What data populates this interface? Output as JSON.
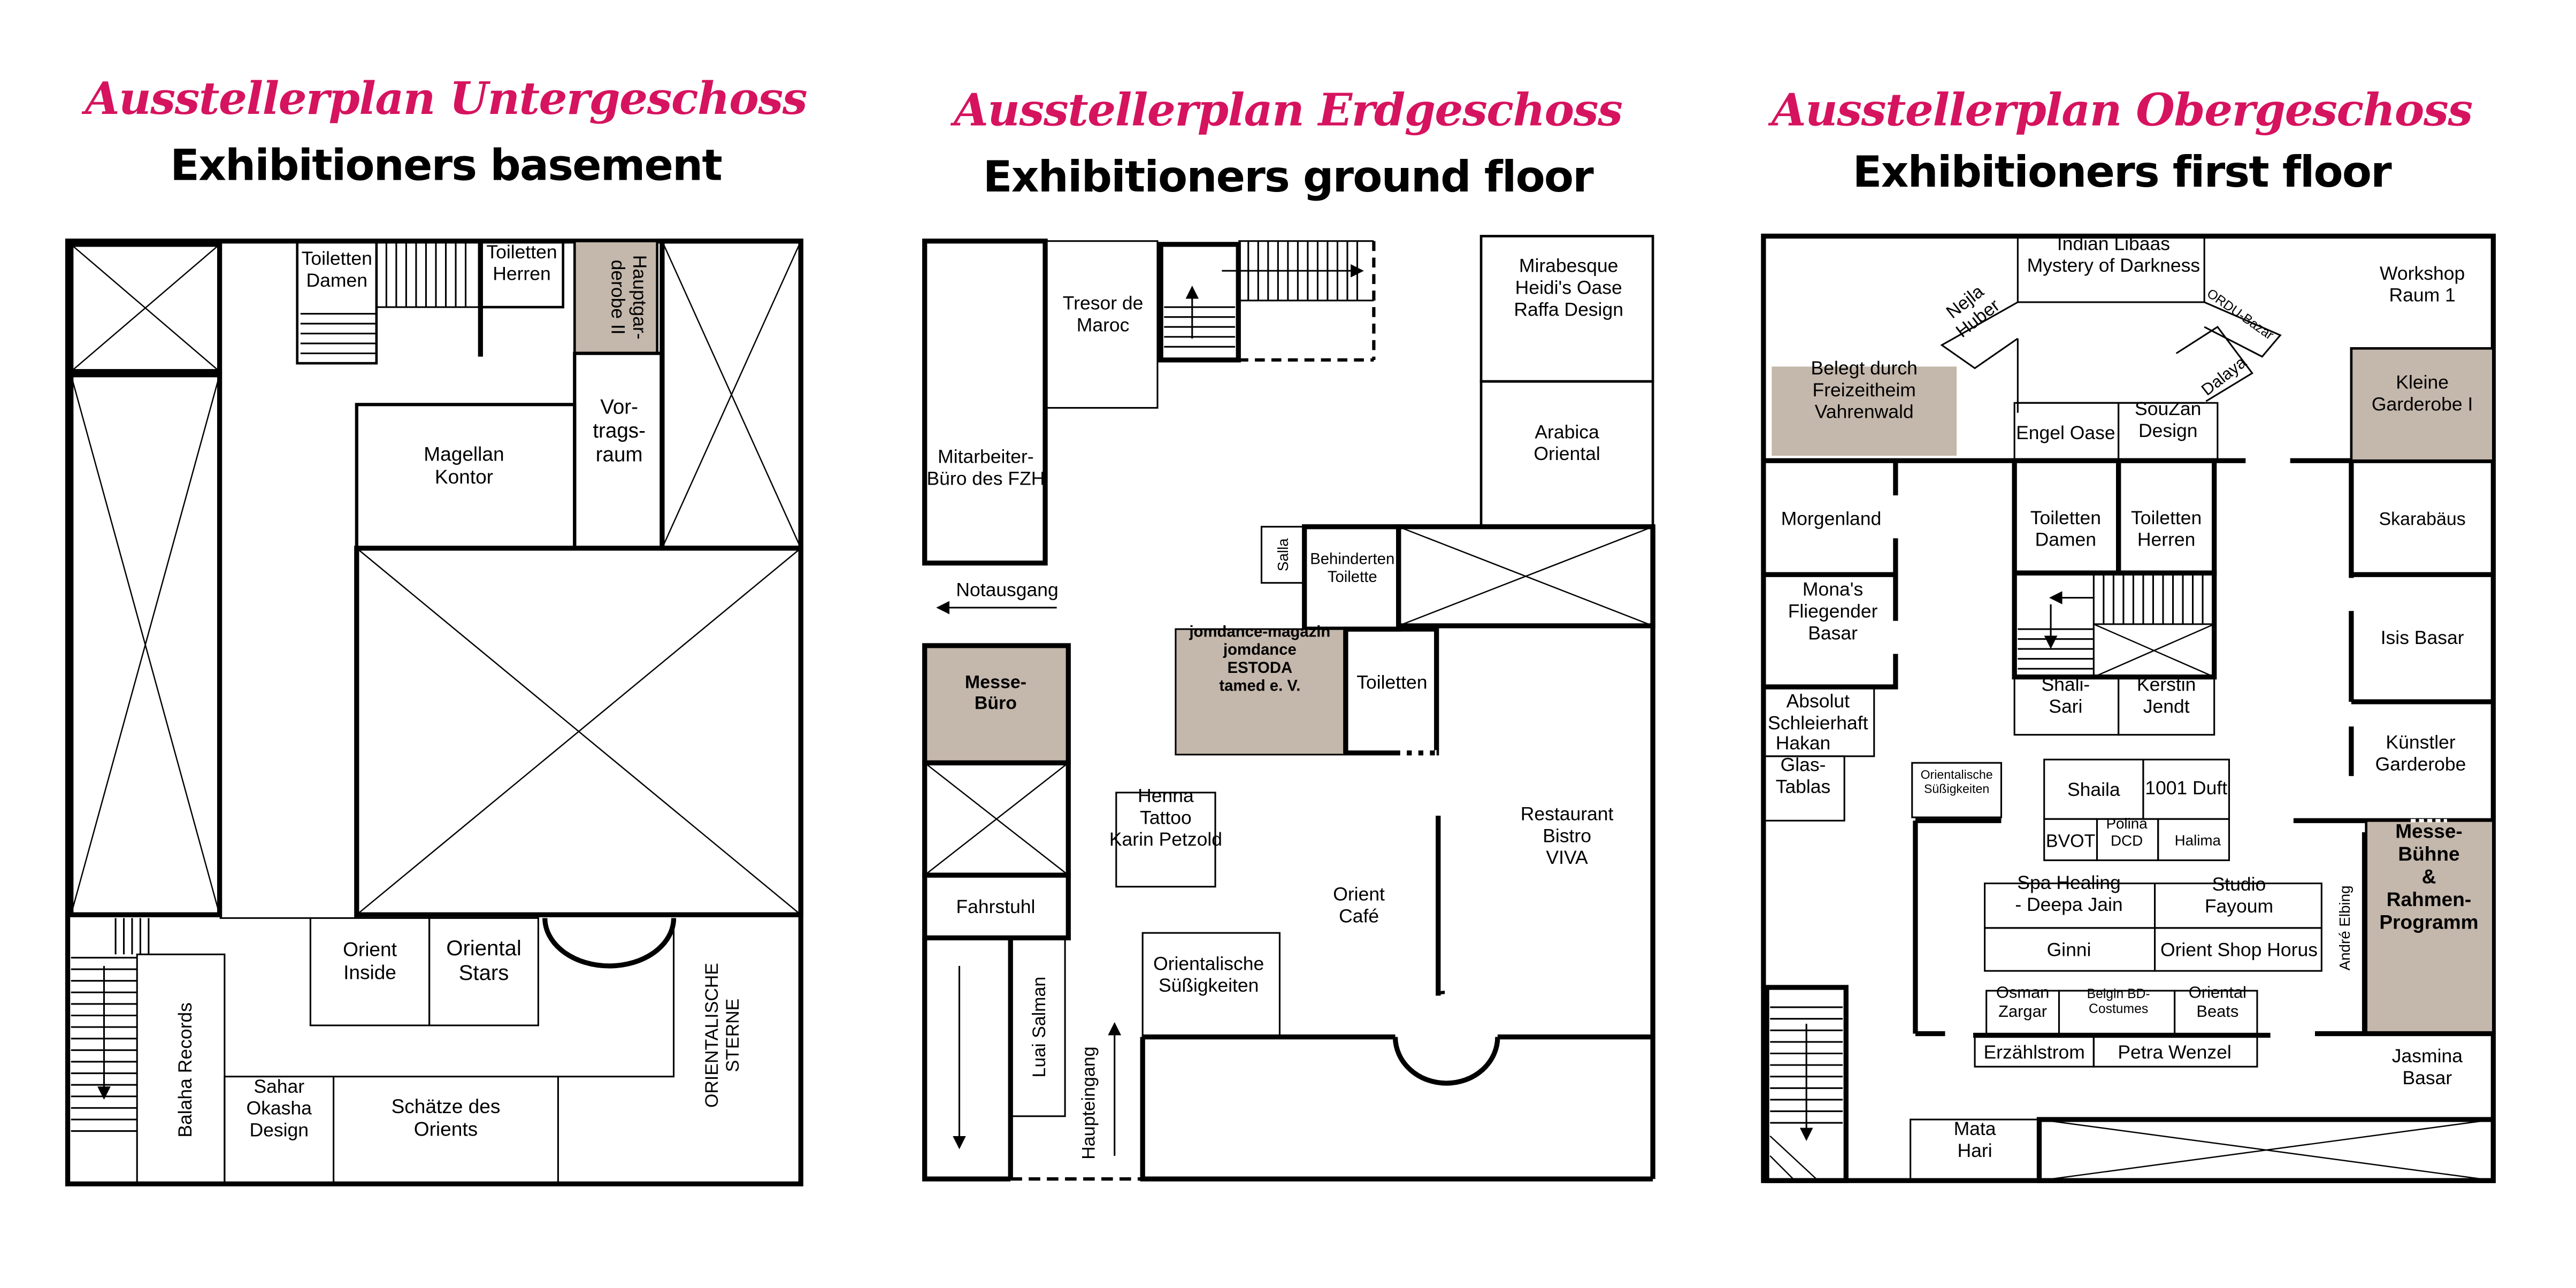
{
  "colors": {
    "title_de": "#d6135f",
    "title_en": "#000000",
    "booth_highlight": "#c4b7ab",
    "wall": "#000000"
  },
  "basement": {
    "title_de": "Ausstellerplan Untergeschoss",
    "title_en": "Exhibitioners basement",
    "rooms": {
      "toiletten_damen": "Toiletten\nDamen",
      "toiletten_herren": "Toiletten\nHerren",
      "hauptgarderobe": "Hauptgar-\nderobe II",
      "magellan": "Magellan\nKontor",
      "vortragsraum": "Vor-\ntrags-\nraum",
      "orient_inside": "Orient\nInside",
      "oriental_stars": "Oriental\nStars",
      "orientalische_sterne": "ORIENTALISCHE\nSTERNE",
      "balaha": "Balaha Records",
      "sahar": "Sahar\nOkasha\nDesign",
      "schaetze": "Schätze des\nOrients"
    }
  },
  "ground": {
    "title_de": "Ausstellerplan Erdgeschoss",
    "title_en": "Exhibitioners ground floor",
    "rooms": {
      "mitarbeiter": "Mitarbeiter-\nBüro des FZH",
      "tresor": "Tresor de\nMaroc",
      "mirabesque": "Mirabesque\nHeidi's Oase\nRaffa Design",
      "arabica": "Arabica\nOriental",
      "salla": "Salla",
      "behinderten": "Behinderten\nToilette",
      "notausgang": "Notausgang",
      "messe_buero": "Messe-\nBüro",
      "jomdance": "jomdance-magazin\njomdance\nESTODA\ntamed e. V.",
      "toiletten": "Toiletten",
      "henna": "Henna\nTattoo\nKarin Petzold",
      "restaurant": "Restaurant\nBistro\nVIVA",
      "orient_cafe": "Orient\nCafé",
      "fahrstuhl": "Fahrstuhl",
      "luai": "Luai Salman",
      "suessigkeiten": "Orientalische\nSüßigkeiten",
      "haupteingang": "Haupteingang"
    }
  },
  "first": {
    "title_de": "Ausstellerplan Obergeschoss",
    "title_en": "Exhibitioners first floor",
    "rooms": {
      "indian_libaas": "Indian Libaas\nMystery of Darkness",
      "nejla": "Nejla\nHuber",
      "ordu": "ORDU-Bazar",
      "dalaya": "Dalaya",
      "workshop": "Workshop\nRaum 1",
      "belegt": "Belegt durch\nFreizeitheim\nVahrenwald",
      "engel": "Engel Oase",
      "souzan": "SouZan\nDesign",
      "kleine_garderobe": "Kleine\nGarderobe I",
      "morgenland": "Morgenland",
      "toiletten_damen": "Toiletten\nDamen",
      "toiletten_herren": "Toiletten\nHerren",
      "skarabaeus": "Skarabäus",
      "monas": "Mona's\nFliegender\nBasar",
      "isis": "Isis Basar",
      "absolut": "Absolut\nSchleierhaft",
      "shali": "Shali-\nSari",
      "kerstin": "Kerstin\nJendt",
      "kuenstler": "Künstler\nGarderobe",
      "hakan": "Hakan\nGlas-\nTablas",
      "orient_suess": "Orientalische\nSüßigkeiten",
      "shaila": "Shaila",
      "duft": "1001 Duft",
      "bvot": "BVOT",
      "polina": "Polina\nDCD",
      "halima": "Halima",
      "spa": "Spa Healing\n- Deepa Jain",
      "studio": "Studio\nFayoum",
      "andre": "André Elbing",
      "messe_buehne": "Messe-\nBühne\n&\nRahmen-\nProgramm",
      "ginni": "Ginni",
      "orient_shop": "Orient Shop Horus",
      "osman": "Osman\nZargar",
      "belgin": "Belgin BD-\nCostumes",
      "oriental_beats": "Oriental\nBeats",
      "erzaehlstrom": "Erzählstrom",
      "petra": "Petra Wenzel",
      "jasmina": "Jasmina\nBasar",
      "mata_hari": "Mata\nHari"
    }
  }
}
